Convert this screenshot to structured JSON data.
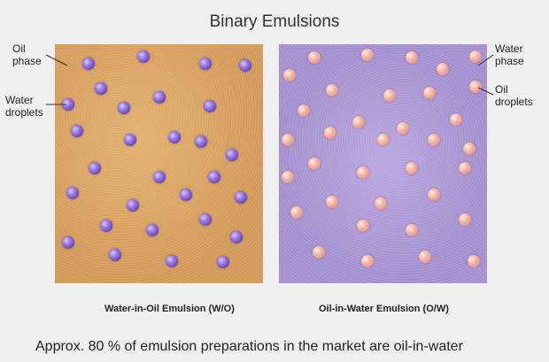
{
  "title": "Binary Emulsions",
  "left_panel": {
    "oil_phase_label": [
      "Oil",
      "phase"
    ],
    "water_droplets_label": [
      "Water",
      "droplets"
    ],
    "caption": "Water-in-Oil Emulsion (W/O)",
    "phase_color": "#d9a060",
    "droplet_color": "#7b57cf"
  },
  "right_panel": {
    "water_phase_label": [
      "Water",
      "phase"
    ],
    "oil_droplets_label": [
      "Oil",
      "droplets"
    ],
    "caption": "Oil-in-Water Emulsion (O/W)",
    "phase_color": "#a996d6",
    "droplet_color": "#f0b0a2"
  },
  "footer": "Approx. 80 % of emulsion preparations in the market are oil-in-water"
}
